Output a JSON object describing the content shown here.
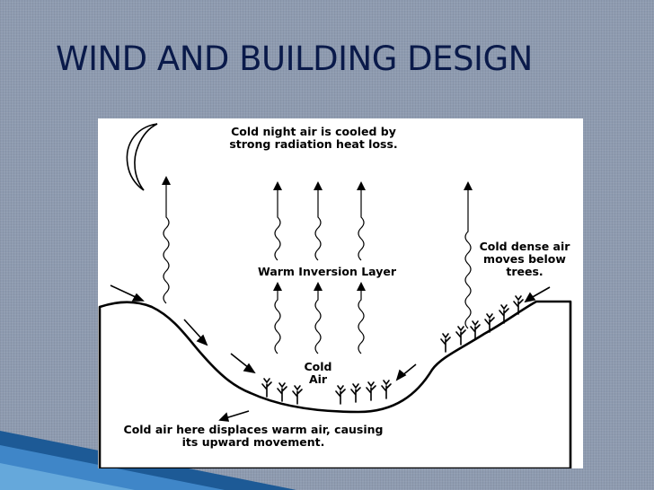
{
  "title": "WIND AND BUILDING DESIGN",
  "diagram": {
    "label_top": [
      "Cold night air is cooled by",
      "strong radiation heat loss."
    ],
    "label_inversion": "Warm Inversion Layer",
    "label_cold_dense": [
      "Cold dense air",
      "moves below",
      "trees."
    ],
    "label_cold_air": [
      "Cold",
      "Air"
    ],
    "label_bottom": [
      "Cold air here displaces warm air, causing",
      "its upward movement."
    ]
  },
  "colors": {
    "title": "#0a1a4a",
    "background": "#8e9bb0",
    "accent_corner": "#2f6fb0"
  }
}
